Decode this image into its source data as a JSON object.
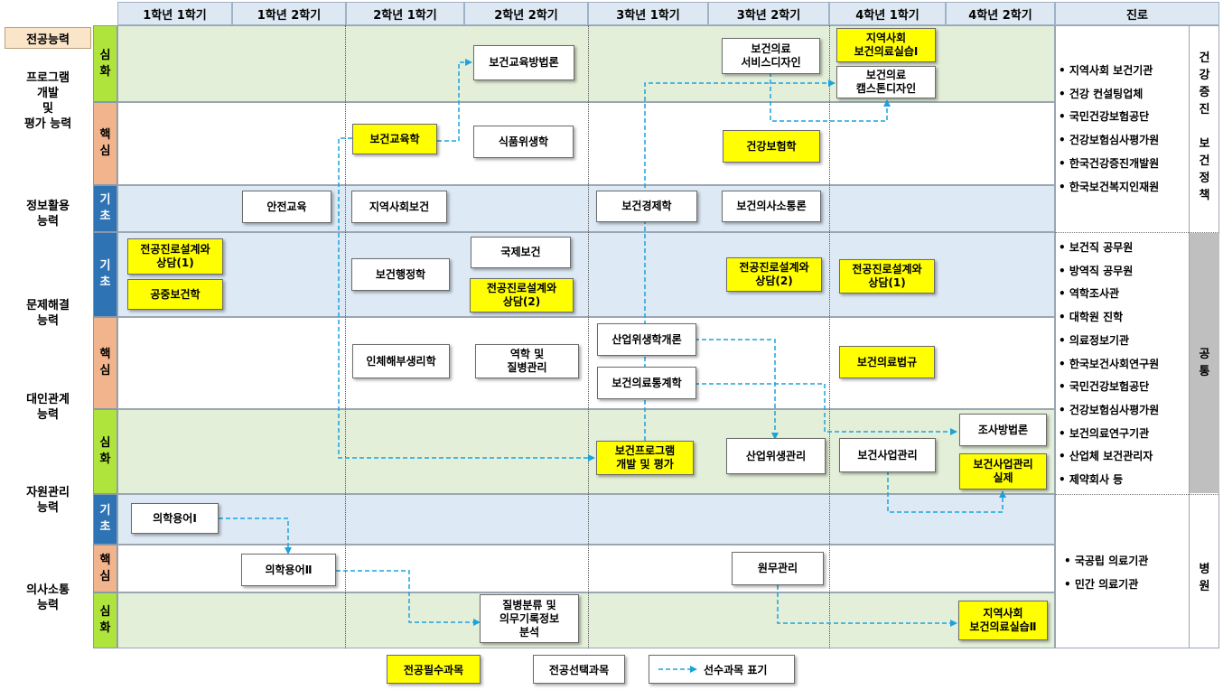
{
  "header": {
    "semesters": [
      "1학년 1학기",
      "1학년 2학기",
      "2학년 1학기",
      "2학년 2학기",
      "3학년 1학기",
      "3학년 2학기",
      "4학년 1학기",
      "4학년 2학기"
    ],
    "career": "진로",
    "competency_title": "전공능력"
  },
  "competencies": {
    "c1": [
      "프로그램",
      "개발",
      "및",
      "평가 능력"
    ],
    "c2": [
      "정보활용",
      "능력"
    ],
    "c3": [
      "문제해결",
      "능력"
    ],
    "c4": [
      "대인관계",
      "능력"
    ],
    "c5": [
      "자원관리",
      "능력"
    ],
    "c6": [
      "의사소통",
      "능력"
    ]
  },
  "levels": {
    "advanced": [
      "심",
      "화"
    ],
    "core": [
      "핵",
      "심"
    ],
    "basic": [
      "기",
      "초"
    ]
  },
  "courses": {
    "health_edu_method": "보건교육방법론",
    "service_design": [
      "보건의료",
      "서비스디자인"
    ],
    "community_practice1": [
      "지역사회",
      "보건의료실습Ⅰ"
    ],
    "campaign_design": [
      "보건의료",
      "캠스톤디자인"
    ],
    "health_education": "보건교육학",
    "food_hygiene": "식품위생학",
    "health_insurance": "건강보험학",
    "safety_edu": "안전교육",
    "community_health": "지역사회보건",
    "health_economics": "보건경제학",
    "health_communication": "보건의사소통론",
    "career_counsel1_a": [
      "전공진로설계와",
      "상담(1)"
    ],
    "public_health": "공중보건학",
    "health_admin": "보건행정학",
    "intl_health": "국제보건",
    "career_counsel2_a": [
      "전공진로설계와",
      "상담(2)"
    ],
    "career_counsel2_b": [
      "전공진로설계와",
      "상담(2)"
    ],
    "career_counsel1_b": [
      "전공진로설계와",
      "상담(1)"
    ],
    "anatomy": "인체해부생리학",
    "epidemiology": [
      "역학 및",
      "질병관리"
    ],
    "industrial_hygiene_intro": "산업위생학개론",
    "health_statistics": "보건의료통계학",
    "health_law": "보건의료법규",
    "survey_method": "조사방법론",
    "program_eval": [
      "보건프로그램",
      "개발 및 평가"
    ],
    "industrial_hygiene_mgmt": "산업위생관리",
    "health_project_mgmt": "보건사업관리",
    "health_project_practice": [
      "보건사업관리",
      "실제"
    ],
    "med_term1": "의학용어Ⅰ",
    "med_term2": "의학용어Ⅱ",
    "records_mgmt": "원무관리",
    "disease_class": [
      "질병분류 및",
      "의무기록정보",
      "분석"
    ],
    "community_practice2": [
      "지역사회",
      "보건의료실습Ⅱ"
    ]
  },
  "careers": {
    "group1": [
      "• 지역사회 보건기관",
      "• 건강 컨설팅업체",
      "• 국민건강보험공단",
      "• 건강보험심사평가원",
      "• 한국건강증진개발원",
      "• 한국보건복지인재원"
    ],
    "group1_label": [
      "건",
      "강",
      "증",
      "진",
      "",
      "보",
      "건",
      "정",
      "책"
    ],
    "group2": [
      "• 보건직 공무원",
      "• 방역직 공무원",
      "• 역학조사관",
      "• 대학원 진학",
      "• 의료정보기관",
      "• 한국보건사회연구원",
      "• 국민건강보험공단",
      "• 건강보험심사평가원",
      "• 보건의료연구기관",
      "• 산업체 보건관리자",
      "• 제약회사 등"
    ],
    "group2_label": [
      "공",
      "통"
    ],
    "group3": [
      "• 국공립 의료기관",
      "• 민간 의료기관"
    ],
    "group3_label": [
      "병",
      "원"
    ]
  },
  "legend": {
    "required": "전공필수과목",
    "elective": "전공선택과목",
    "prereq": "선수과목 표기"
  },
  "colors": {
    "required_fill": "#ffff00",
    "arrow": "#1aa3dd",
    "advanced_level": "#aee43c",
    "core_level": "#f2b48c",
    "basic_level": "#2e74b5"
  }
}
